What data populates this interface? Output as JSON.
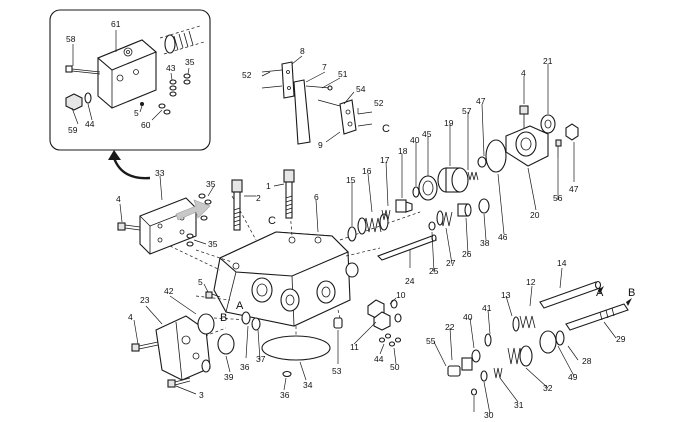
{
  "diagram": {
    "callouts": [
      {
        "id": "c61",
        "text": "61"
      },
      {
        "id": "c58",
        "text": "58"
      },
      {
        "id": "c43",
        "text": "43"
      },
      {
        "id": "c35a",
        "text": "35"
      },
      {
        "id": "c5a",
        "text": "5"
      },
      {
        "id": "c60",
        "text": "60"
      },
      {
        "id": "c59",
        "text": "59"
      },
      {
        "id": "c44a",
        "text": "44"
      },
      {
        "id": "c8",
        "text": "8"
      },
      {
        "id": "c52a",
        "text": "52"
      },
      {
        "id": "c7",
        "text": "7"
      },
      {
        "id": "c51",
        "text": "51"
      },
      {
        "id": "c54",
        "text": "54"
      },
      {
        "id": "c52b",
        "text": "52"
      },
      {
        "id": "c9",
        "text": "9"
      },
      {
        "id": "c4a",
        "text": "4"
      },
      {
        "id": "c21",
        "text": "21"
      },
      {
        "id": "c47a",
        "text": "47"
      },
      {
        "id": "c57",
        "text": "57"
      },
      {
        "id": "c45",
        "text": "45"
      },
      {
        "id": "c19",
        "text": "19"
      },
      {
        "id": "c40a",
        "text": "40"
      },
      {
        "id": "c18",
        "text": "18"
      },
      {
        "id": "c17",
        "text": "17"
      },
      {
        "id": "c16",
        "text": "16"
      },
      {
        "id": "c15",
        "text": "15"
      },
      {
        "id": "c56",
        "text": "56"
      },
      {
        "id": "c47b",
        "text": "47"
      },
      {
        "id": "c20",
        "text": "20"
      },
      {
        "id": "c46",
        "text": "46"
      },
      {
        "id": "c38",
        "text": "38"
      },
      {
        "id": "c26",
        "text": "26"
      },
      {
        "id": "c27",
        "text": "27"
      },
      {
        "id": "c25",
        "text": "25"
      },
      {
        "id": "c24",
        "text": "24"
      },
      {
        "id": "c33",
        "text": "33"
      },
      {
        "id": "c1",
        "text": "1"
      },
      {
        "id": "c2",
        "text": "2"
      },
      {
        "id": "c35b",
        "text": "35"
      },
      {
        "id": "c4b",
        "text": "4"
      },
      {
        "id": "c6",
        "text": "6"
      },
      {
        "id": "c35c",
        "text": "35"
      },
      {
        "id": "c23",
        "text": "23"
      },
      {
        "id": "c42",
        "text": "42"
      },
      {
        "id": "c5b",
        "text": "5"
      },
      {
        "id": "c4c",
        "text": "4"
      },
      {
        "id": "c39",
        "text": "39"
      },
      {
        "id": "c36a",
        "text": "36"
      },
      {
        "id": "c37",
        "text": "37"
      },
      {
        "id": "c3",
        "text": "3"
      },
      {
        "id": "c36b",
        "text": "36"
      },
      {
        "id": "c34",
        "text": "34"
      },
      {
        "id": "c53",
        "text": "53"
      },
      {
        "id": "c10",
        "text": "10"
      },
      {
        "id": "c11",
        "text": "11"
      },
      {
        "id": "c44b",
        "text": "44"
      },
      {
        "id": "c50",
        "text": "50"
      },
      {
        "id": "c14",
        "text": "14"
      },
      {
        "id": "c12",
        "text": "12"
      },
      {
        "id": "c13",
        "text": "13"
      },
      {
        "id": "c41",
        "text": "41"
      },
      {
        "id": "c22",
        "text": "22"
      },
      {
        "id": "c40b",
        "text": "40"
      },
      {
        "id": "c55",
        "text": "55"
      },
      {
        "id": "c29",
        "text": "29"
      },
      {
        "id": "c28",
        "text": "28"
      },
      {
        "id": "c49",
        "text": "49"
      },
      {
        "id": "c32",
        "text": "32"
      },
      {
        "id": "c31",
        "text": "31"
      },
      {
        "id": "c30",
        "text": "30"
      }
    ],
    "letters": {
      "a1": "A",
      "b1": "B",
      "c1": "C",
      "c2": "C",
      "a2": "A",
      "b2": "B"
    }
  }
}
